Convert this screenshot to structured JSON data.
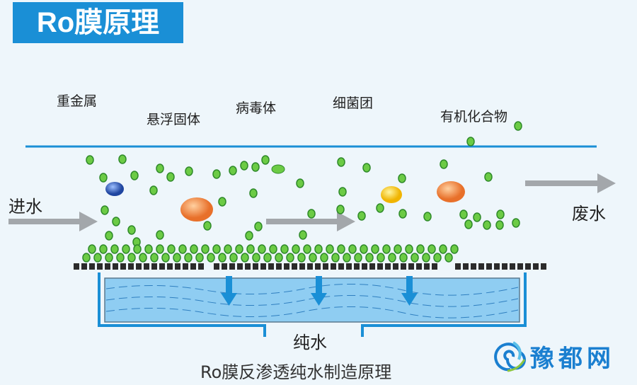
{
  "title": "Ro膜原理",
  "labels": {
    "heavy_metal": "重金属",
    "suspended_solids": "悬浮固体",
    "virus": "病毒体",
    "bacteria": "细菌团",
    "organic": "有机化合物",
    "inlet": "进水",
    "waste": "废水",
    "pure": "纯水",
    "caption": "Ro膜反渗透纯水制造原理"
  },
  "logo_text": "豫都网",
  "colors": {
    "accent": "#1a8fd6",
    "particle": "#5cbf3a",
    "water": "#8fcdf2",
    "arrow": "#a3a7ab"
  }
}
